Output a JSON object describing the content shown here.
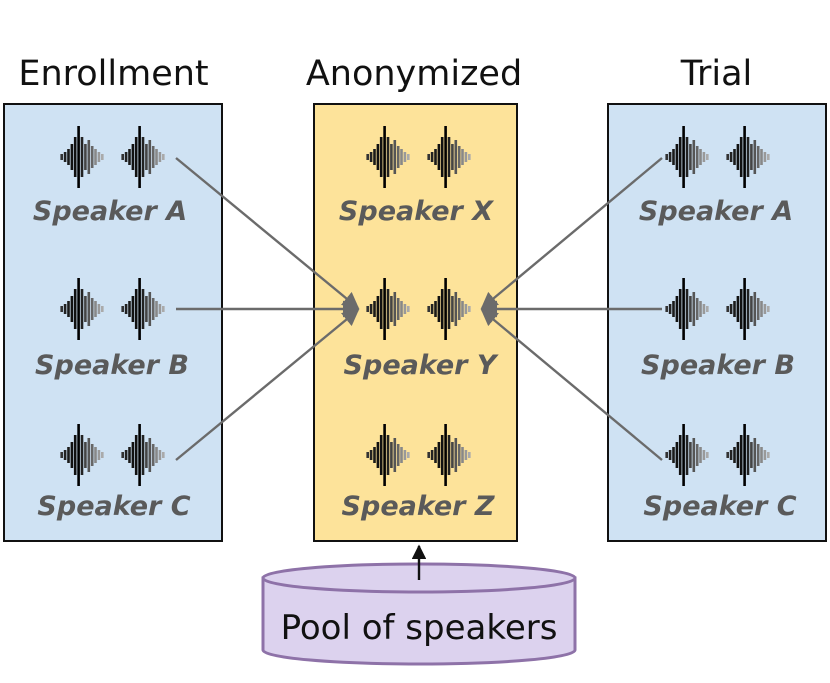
{
  "columns": {
    "enrollment": {
      "title": "Enrollment",
      "speakers": [
        "Speaker A",
        "Speaker B",
        "Speaker C"
      ]
    },
    "anonymized": {
      "title": "Anonymized",
      "speakers": [
        "Speaker X",
        "Speaker Y",
        "Speaker Z"
      ]
    },
    "trial": {
      "title": "Trial",
      "speakers": [
        "Speaker A",
        "Speaker B",
        "Speaker C"
      ]
    }
  },
  "pool": {
    "label": "Pool of speakers"
  },
  "icons": {
    "waveform": "audio-waveform-icon"
  },
  "colors": {
    "enrollment_fill": "#cfe2f3",
    "anonymized_fill": "#fde39a",
    "trial_fill": "#cfe2f3",
    "pool_fill": "#dcd2ee",
    "pool_stroke": "#8e72a8",
    "arrow": "#6b6b6b",
    "label": "#5a5a5a"
  }
}
